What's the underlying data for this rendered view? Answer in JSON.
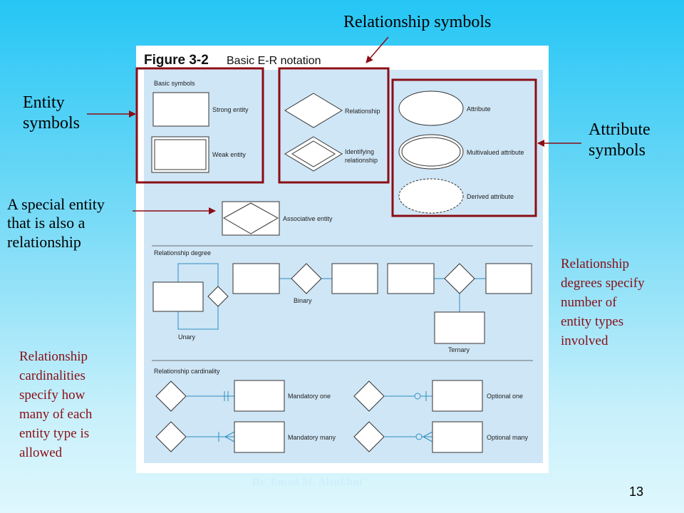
{
  "callouts": {
    "relationship_symbols": "Relationship symbols",
    "entity_symbols": [
      "Entity",
      "symbols"
    ],
    "attribute_symbols": [
      "Attribute",
      "symbols"
    ],
    "special_entity": [
      "A special entity",
      "that is also a",
      "relationship"
    ]
  },
  "notes": {
    "degrees": [
      "Relationship",
      "degrees specify",
      "number of",
      "entity types",
      "involved"
    ],
    "cardinalities": [
      "Relationship",
      "cardinalities",
      "specify how",
      "many of each",
      "entity type is",
      "allowed"
    ]
  },
  "figure": {
    "number": "Figure 3-2",
    "title": "Basic E-R notation",
    "basic_symbols": "Basic symbols",
    "strong_entity": "Strong entity",
    "weak_entity": "Weak entity",
    "relationship": "Relationship",
    "identifying_relationship": [
      "Identifying",
      "relationship"
    ],
    "attribute": "Attribute",
    "multivalued_attribute": "Multivalued attribute",
    "derived_attribute": "Derived attribute",
    "associative_entity": "Associative entity",
    "relationship_degree": "Relationship degree",
    "unary": "Unary",
    "binary": "Binary",
    "ternary": "Ternary",
    "relationship_cardinality": "Relationship cardinality",
    "mandatory_one": "Mandatory one",
    "optional_one": "Optional one",
    "mandatory_many": "Mandatory many",
    "optional_many": "Optional many"
  },
  "footer": "Dr. Emad M. Alsukhni",
  "page_number": "13",
  "colors": {
    "highlight_box": "#8b0d16",
    "note_text": "#8b0d16",
    "figure_panel": "#cfe6f6",
    "connector": "#2f8fc0"
  }
}
